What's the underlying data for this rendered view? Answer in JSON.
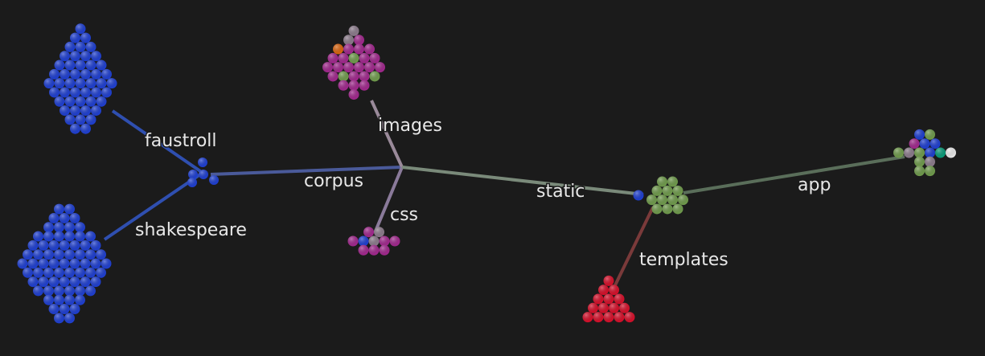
{
  "graph": {
    "labels": {
      "faustroll": "faustroll",
      "shakespeare": "shakespeare",
      "corpus": "corpus",
      "images": "images",
      "css": "css",
      "static": "static",
      "app": "app",
      "templates": "templates"
    },
    "colors": {
      "background": "#1b1b1b",
      "blue": "#1f3fcf",
      "magenta": "#a0288c",
      "green": "#6f9a4c",
      "red": "#d4102a",
      "orange": "#d86410",
      "gray": "#8a7a8a",
      "teal": "#0a9a78",
      "white": "#e8e8e8"
    }
  }
}
